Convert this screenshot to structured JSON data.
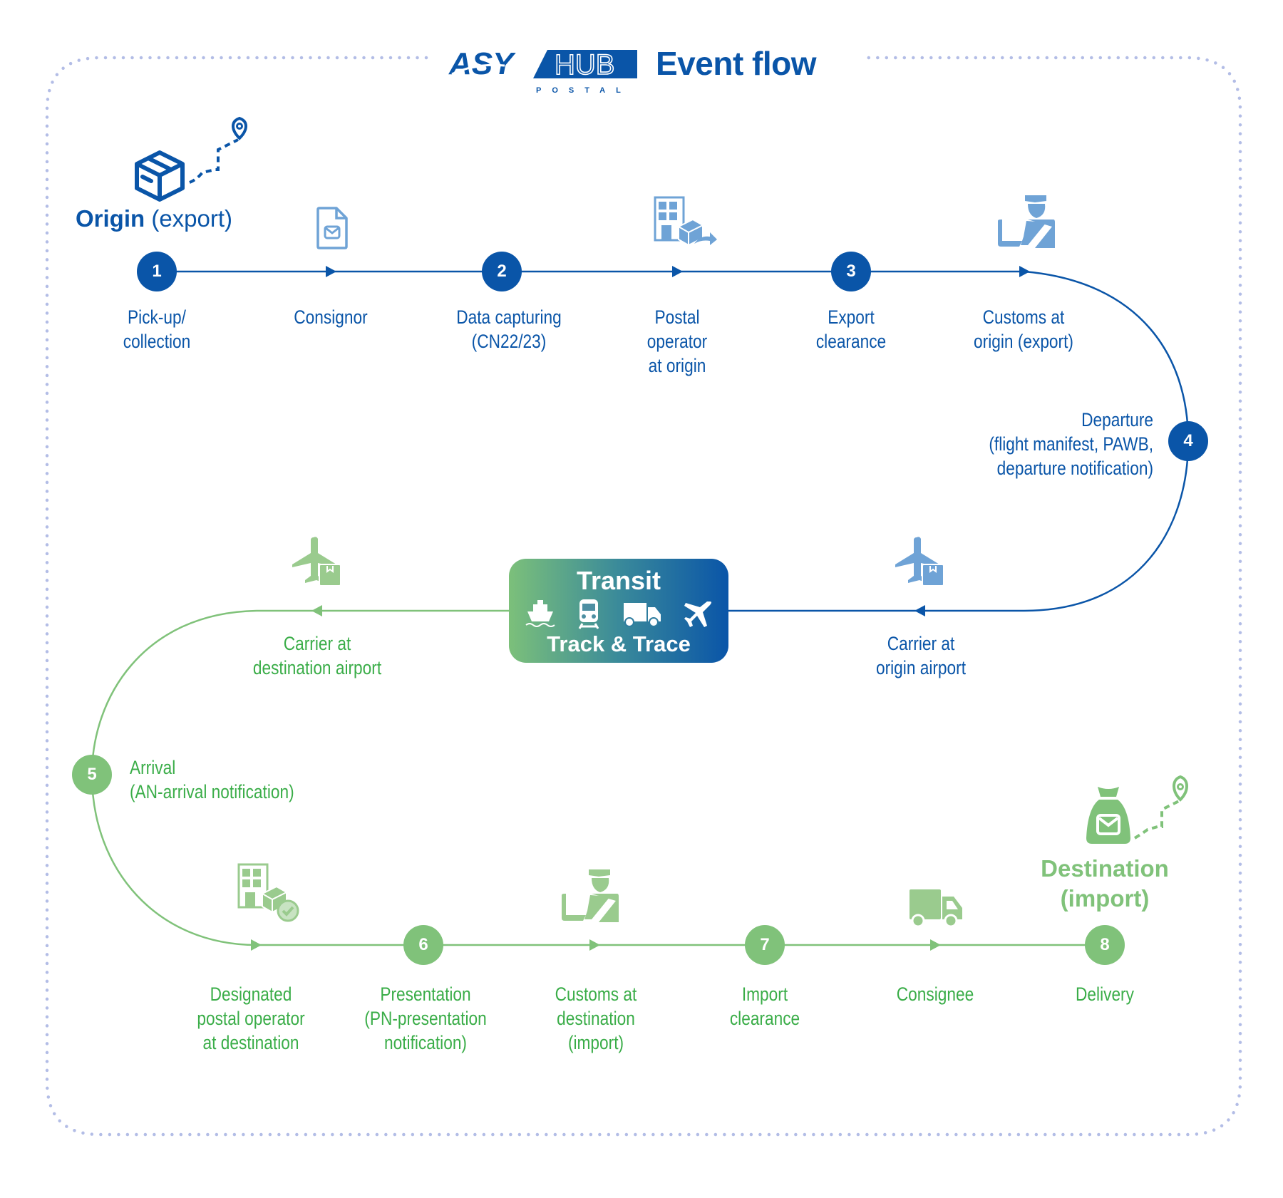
{
  "header": {
    "logo_text_left": "ASY",
    "logo_text_box": "HUB",
    "logo_subtext": "POSTAL",
    "title": "Event flow"
  },
  "colors": {
    "origin_blue": "#0a55a8",
    "origin_icon_blue": "#6fa3d6",
    "destination_green": "#80c27a",
    "destination_text_green": "#3aad48",
    "border_dots": "#b3bde6"
  },
  "origin": {
    "title_bold": "Origin",
    "title_rest": " (export)",
    "icon": "package-box-icon",
    "route_icon": "location-pin-icon"
  },
  "destination": {
    "title_line1": "Destination",
    "title_line2": "(import)",
    "icon": "mail-bag-icon",
    "route_icon": "location-pin-icon"
  },
  "steps": [
    {
      "number": "1",
      "label": "Pick-up/\ncollection"
    },
    {
      "number": "2",
      "label": "Data capturing\n(CN22/23)"
    },
    {
      "number": "3",
      "label": "Export\nclearance"
    },
    {
      "number": "4",
      "label": "Departure\n(flight manifest, PAWB,\ndeparture notification)"
    },
    {
      "number": "5",
      "label": "Arrival\n(AN-arrival notification)"
    },
    {
      "number": "6",
      "label": "Presentation\n(PN-presentation\nnotification)"
    },
    {
      "number": "7",
      "label": "Import\nclearance"
    },
    {
      "number": "8",
      "label": "Delivery"
    }
  ],
  "actors": [
    {
      "label": "Consignor",
      "icon": "document-mail-icon"
    },
    {
      "label": "Postal\noperator\nat origin",
      "icon": "building-parcel-dispatch-icon"
    },
    {
      "label": "Customs at\norigin (export)",
      "icon": "customs-officer-icon"
    },
    {
      "label": "Carrier at\norigin airport",
      "icon": "airplane-parcel-icon"
    },
    {
      "label": "Carrier at\ndestination airport",
      "icon": "airplane-parcel-icon"
    },
    {
      "label": "Designated\npostal operator\nat destination",
      "icon": "building-parcel-check-icon"
    },
    {
      "label": "Customs at\ndestination\n(import)",
      "icon": "customs-officer-icon"
    },
    {
      "label": "Consignee",
      "icon": "delivery-truck-icon"
    }
  ],
  "transit": {
    "title": "Transit",
    "subtitle": "Track & Trace",
    "modes": [
      "ship-icon",
      "train-icon",
      "truck-icon",
      "airplane-icon"
    ]
  }
}
